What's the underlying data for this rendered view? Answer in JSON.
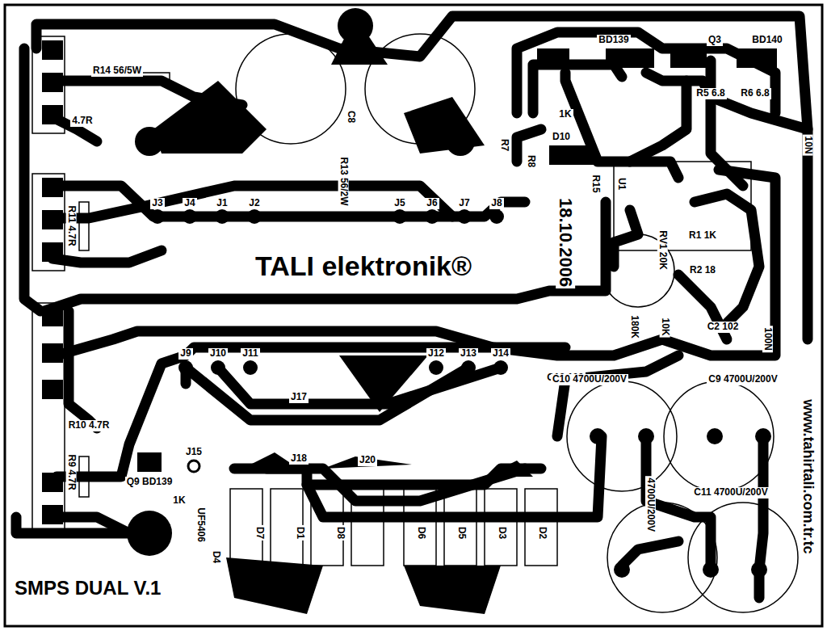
{
  "diagram": {
    "title": "SMPS DUAL V.1",
    "labels": [
      "TALI elektronik®",
      "18.10.2006",
      "www.tahirtali.com.tr.tc",
      "R14 56/5W",
      "4.7R",
      "R11 4.7R",
      "R10 4.7R",
      "R9 4.7R",
      "R13 56/2W",
      "C8",
      "J3",
      "J4",
      "J1",
      "J2",
      "J5",
      "J6",
      "J7",
      "J8",
      "J9",
      "J10",
      "J11",
      "J12",
      "J13",
      "J14",
      "J17",
      "J15",
      "J18",
      "J20",
      "Q9 BD139",
      "1K",
      "UF5406",
      "D4",
      "D7",
      "D1",
      "D8",
      "D6",
      "D5",
      "D3",
      "D2",
      "BD139",
      "BD140",
      "Q3",
      "R5 6.8",
      "R6 6.8",
      "D10",
      "1K",
      "R7",
      "R8",
      "R15",
      "U1",
      "R1 1K",
      "R2 18",
      "RV1 20K",
      "C2 102",
      "180K",
      "10K",
      "100N",
      "10N",
      "C12 100",
      "C10 4700U/200V",
      "C9 4700U/200V",
      "C11 4700U/200V",
      "4700U/200V"
    ]
  }
}
